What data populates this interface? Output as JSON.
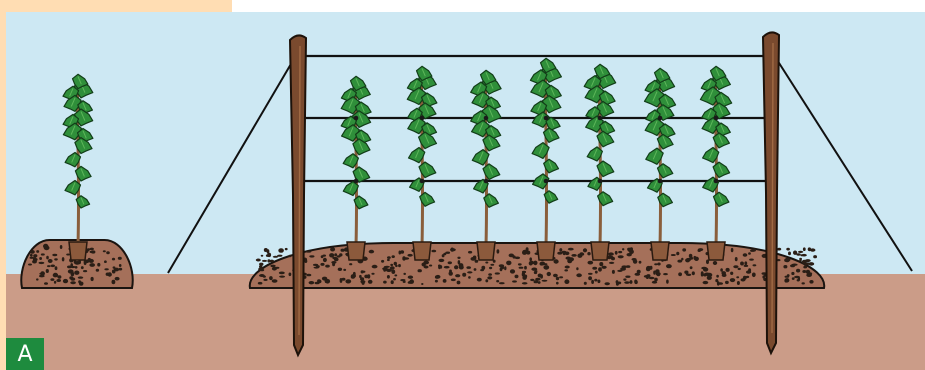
{
  "panel": {
    "label": "A"
  },
  "colors": {
    "sky": "#CDE8F3",
    "ground": "#CB9C88",
    "mound": "#A5705A",
    "mound_spots": "#2A1E16",
    "post": "#7A4A2E",
    "wire": "#111111",
    "leaf": "#2F8F3A",
    "leaf_light": "#5DB65A",
    "stem": "#8A5E3B",
    "pot": "#8C5A3C",
    "accent_band": "#FFDDB3",
    "badge": "#1E8B3E"
  },
  "scene": {
    "standalone_plants": 1,
    "trellis_plants": 7,
    "posts": 2,
    "wires": 3,
    "guy_wires": 2
  }
}
